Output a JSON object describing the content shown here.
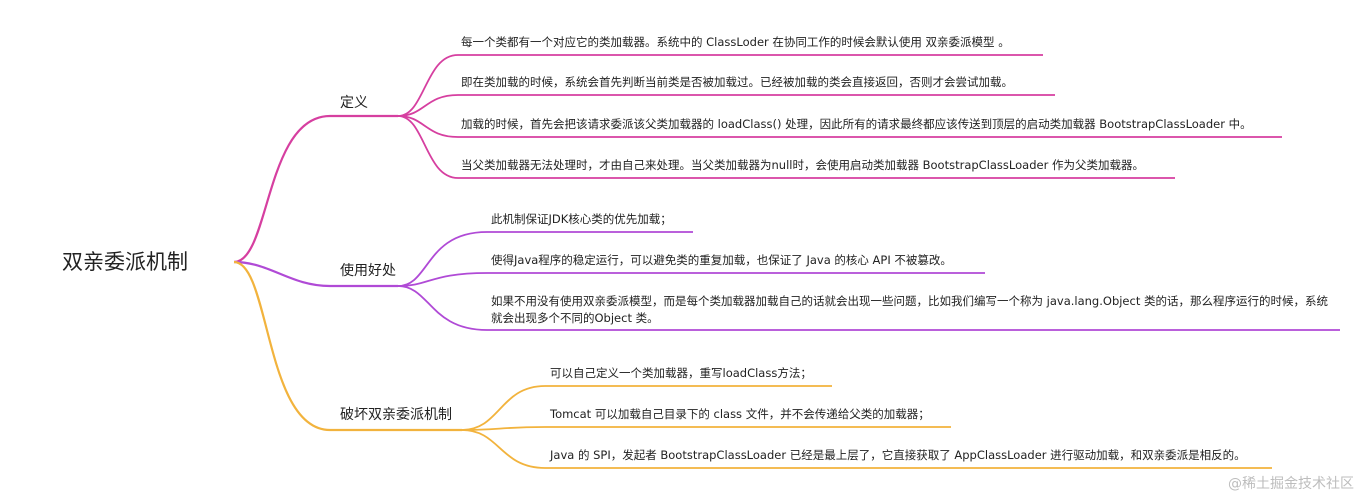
{
  "root": {
    "label": "双亲委派机制"
  },
  "colors": {
    "definition": "#d63fa0",
    "benefits": "#b04ad6",
    "breaking": "#f2b33d",
    "watermark": "#bdbdbd"
  },
  "branches": [
    {
      "label": "定义",
      "leaves": [
        "每一个类都有一个对应它的类加载器。系统中的 ClassLoder 在协同工作的时候会默认使用 双亲委派模型 。",
        "即在类加载的时候，系统会首先判断当前类是否被加载过。已经被加载的类会直接返回，否则才会尝试加载。",
        "加载的时候，首先会把该请求委派该父类加载器的 loadClass() 处理，因此所有的请求最终都应该传送到顶层的启动类加载器 BootstrapClassLoader 中。",
        "当父类加载器无法处理时，才由自己来处理。当父类加载器为null时，会使用启动类加载器 BootstrapClassLoader 作为父类加载器。"
      ]
    },
    {
      "label": "使用好处",
      "leaves": [
        "此机制保证JDK核心类的优先加载；",
        "使得Java程序的稳定运行，可以避免类的重复加载，也保证了 Java 的核心 API 不被篡改。",
        "如果不用没有使用双亲委派模型，而是每个类加载器加载自己的话就会出现一些问题，比如我们编写一个称为 java.lang.Object 类的话，那么程序运行的时候，系统就会出现多个不同的Object 类。"
      ]
    },
    {
      "label": "破坏双亲委派机制",
      "leaves": [
        "可以自己定义一个类加载器，重写loadClass方法；",
        "Tomcat 可以加载自己目录下的 class 文件，并不会传递给父类的加载器；",
        "Java 的 SPI，发起者 BootstrapClassLoader 已经是最上层了，它直接获取了 AppClassLoader 进行驱动加载，和双亲委派是相反的。"
      ]
    }
  ],
  "watermark": "@稀土掘金技术社区"
}
